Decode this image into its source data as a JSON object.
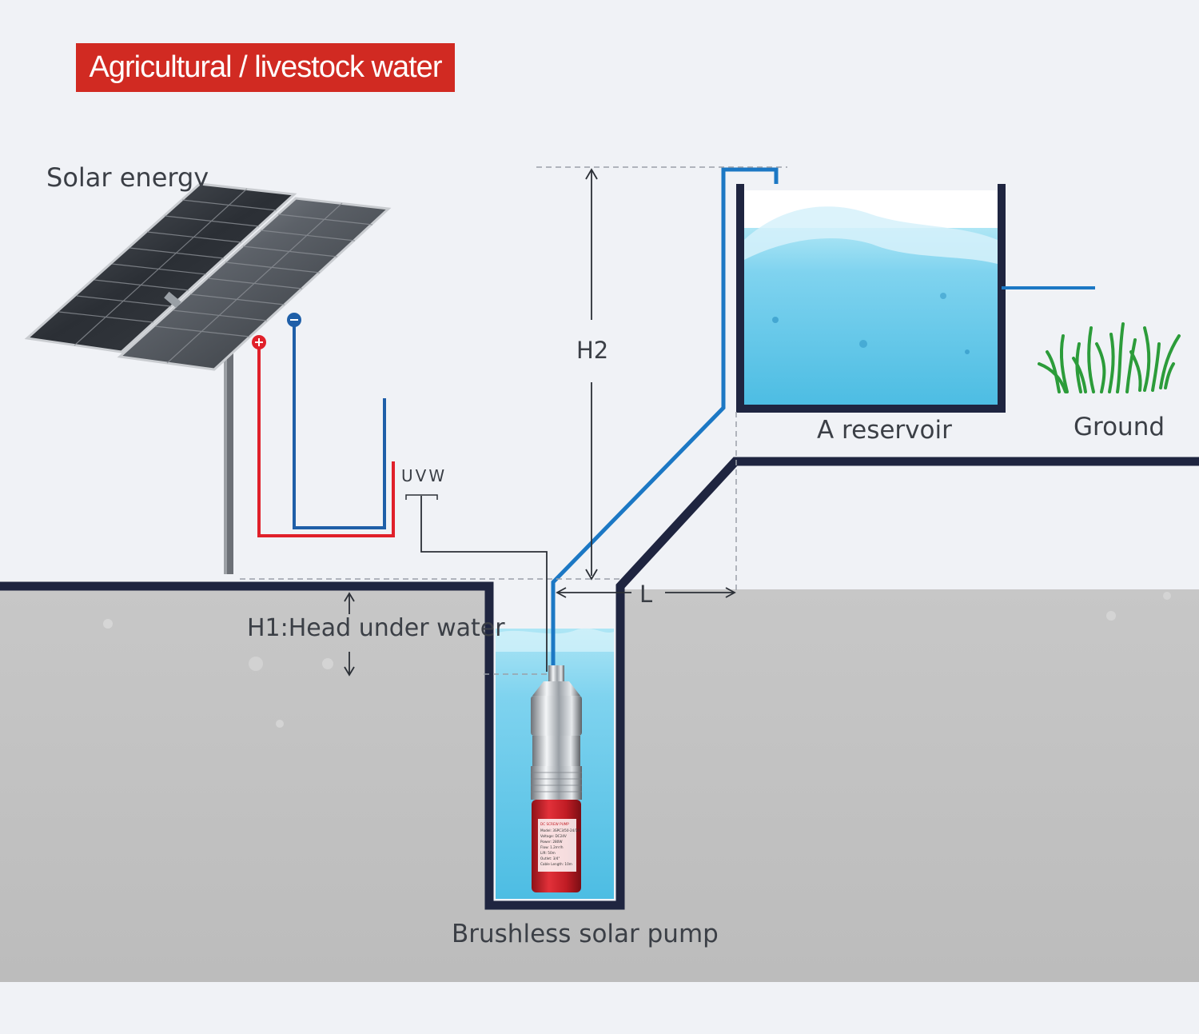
{
  "title": "Agricultural / livestock water",
  "labels": {
    "solar_energy": "Solar energy",
    "h2": "H2",
    "uvw": "UVW",
    "reservoir": "A reservoir",
    "ground": "Ground",
    "l": "L",
    "h1": "H1:Head under water",
    "pump": "Brushless solar pump"
  },
  "pump_label": {
    "lines": [
      "DC SCREW PUMP",
      "Model: 3SPC3/50-24/14",
      "Voltage: DC24V",
      "Power: 280W",
      "Flow: 1.2m³/h",
      "Lift: 50m",
      "Outlet: 3/4\"",
      "Cable Length: 10m"
    ]
  },
  "colors": {
    "banner": "#d12a22",
    "positive_wire": "#e0202a",
    "negative_wire": "#1f5fa8",
    "water_pipe": "#1c78c4",
    "outline": "#1f2540",
    "ground_fill": "#c2c2c2",
    "water": "#5cc6e6",
    "grass": "#2c9c3a"
  },
  "icons": [
    "solar-panel-icon",
    "pump-icon",
    "grass-icon"
  ]
}
